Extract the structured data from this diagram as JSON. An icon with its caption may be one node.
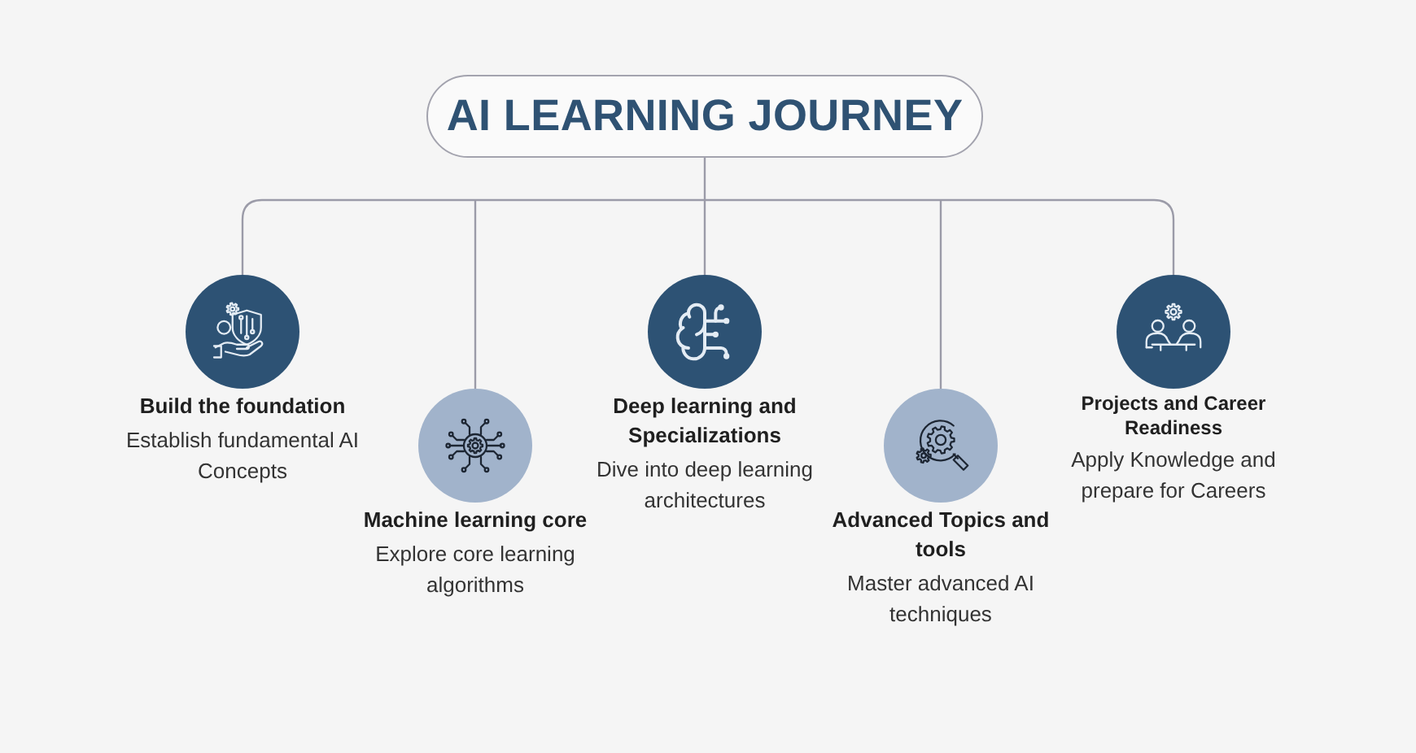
{
  "diagram": {
    "nodes": [
      {
        "text": [
          "AI LEARNING JOURNEY"
        ]
      },
      {
        "text": [
          "Build the foundation",
          "Establish fundamental AI Concepts"
        ]
      },
      {
        "text": [
          "Machine learning core",
          "Explore core learning algorithms"
        ]
      },
      {
        "text": [
          "Deep learning and Specializations",
          "Dive into deep learning architectures"
        ]
      },
      {
        "text": [
          "Advanced Topics and tools",
          "Master advanced AI techniques"
        ]
      },
      {
        "text": [
          "Projects and Career Readiness",
          "Apply Knowledge and prepare for Careers"
        ]
      }
    ],
    "edges": [
      {
        "from": 0,
        "to": 1,
        "arrow": "none"
      },
      {
        "from": 0,
        "to": 2,
        "arrow": "none"
      },
      {
        "from": 0,
        "to": 3,
        "arrow": "none"
      },
      {
        "from": 0,
        "to": 4,
        "arrow": "none"
      },
      {
        "from": 0,
        "to": 5,
        "arrow": "none"
      }
    ]
  }
}
